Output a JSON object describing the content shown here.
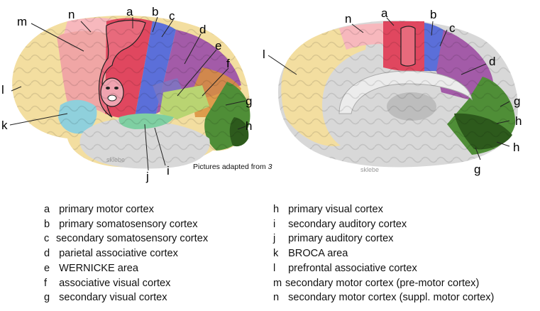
{
  "caption": {
    "text": "Pictures adapted from ",
    "ref": "3"
  },
  "watermarks": {
    "lateral": "sklebe",
    "medial": "sklebe"
  },
  "callouts_lateral": [
    "a",
    "b",
    "c",
    "d",
    "e",
    "f",
    "g",
    "h",
    "i",
    "j",
    "k",
    "l",
    "m",
    "n"
  ],
  "callouts_medial": [
    "a",
    "b",
    "c",
    "d",
    "g",
    "h",
    "h",
    "g",
    "l",
    "n"
  ],
  "legend": {
    "left": [
      {
        "letter": "a",
        "text": "primary motor cortex"
      },
      {
        "letter": "b",
        "text": "primary somatosensory cortex"
      },
      {
        "letter": "c",
        "text": "secondary somatosensory cortex"
      },
      {
        "letter": "d",
        "text": "parietal associative cortex"
      },
      {
        "letter": "e",
        "text": "WERNICKE area"
      },
      {
        "letter": "f",
        "text": "associative visual cortex"
      },
      {
        "letter": "g",
        "text": "secondary visual cortex"
      }
    ],
    "right": [
      {
        "letter": "h",
        "text": "primary visual cortex"
      },
      {
        "letter": "i",
        "text": "secondary auditory cortex"
      },
      {
        "letter": "j",
        "text": "primary auditory cortex"
      },
      {
        "letter": "k",
        "text": "BROCA area"
      },
      {
        "letter": "l",
        "text": "prefrontal associative cortex"
      },
      {
        "letter": "m",
        "text": "secondary motor cortex (pre-motor cortex)"
      },
      {
        "letter": "n",
        "text": "secondary motor cortex (suppl. motor cortex)"
      }
    ]
  },
  "colors": {
    "prefrontal": "#f3dea0",
    "motor": "#e0475f",
    "somatosensory": "#5b6fd9",
    "parietal": "#a35ba8",
    "premotor": "#f0a0a5",
    "broca": "#8fd0dc",
    "wernicke": "#b9d472",
    "visual": "#4f8e37",
    "primary_visual": "#2d5a1c",
    "associative_visual": "#d9913d",
    "auditory": "#7fcfa2",
    "white_matter": "#d8d8d8"
  }
}
